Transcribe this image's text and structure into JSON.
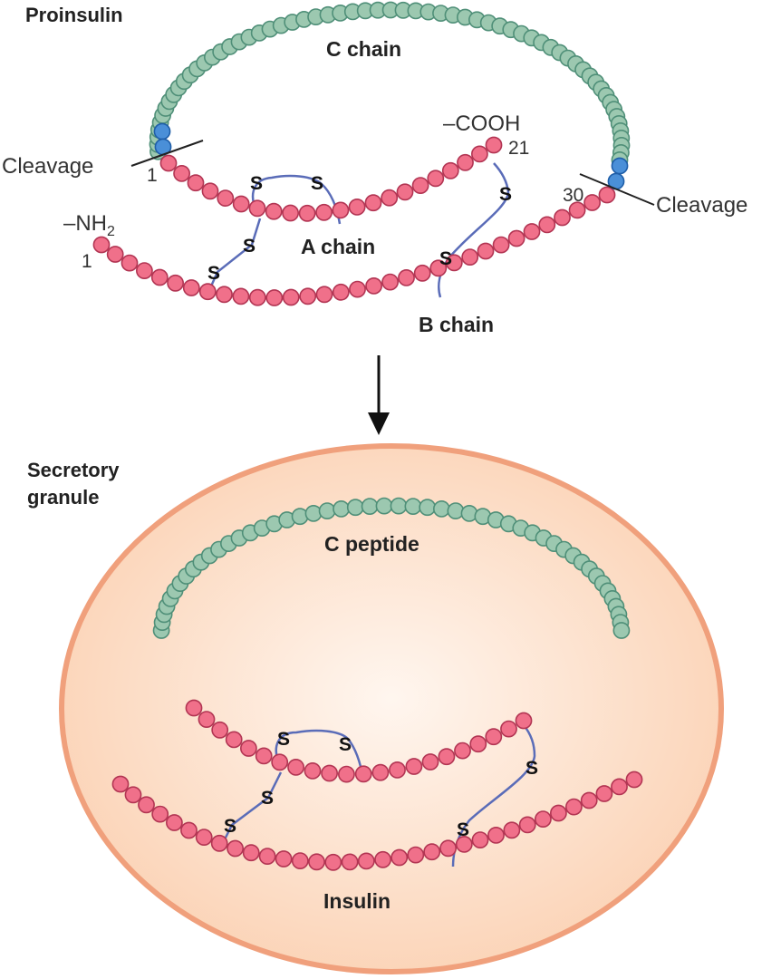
{
  "proinsulin": {
    "title": "Proinsulin",
    "c_chain_label": "C chain",
    "a_chain_label": "A chain",
    "b_chain_label": "B chain",
    "cleavage_left": "Cleavage",
    "cleavage_right": "Cleavage",
    "a_start_num": "1",
    "a_end_num": "21",
    "b_start_num": "1",
    "b_end_num": "30",
    "cooh_label": "–COOH",
    "nh2_label": "–NH",
    "nh2_sub": "2",
    "sulfur": "S"
  },
  "granule": {
    "title_line1": "Secretory",
    "title_line2": "granule",
    "c_peptide_label": "C peptide",
    "insulin_label": "Insulin",
    "sulfur": "S"
  },
  "colors": {
    "c_chain_bead": "#9cc8b0",
    "c_chain_bead_stroke": "#4f8f78",
    "ab_chain_bead": "#f0708a",
    "ab_chain_bead_stroke": "#b23553",
    "cleavage_bead": "#4a8fd8",
    "cleavage_bead_stroke": "#1f5ea8",
    "disulfide_bond": "#5a6cb8",
    "granule_fill": "#fcd8bf",
    "granule_stroke": "#f3a483"
  }
}
